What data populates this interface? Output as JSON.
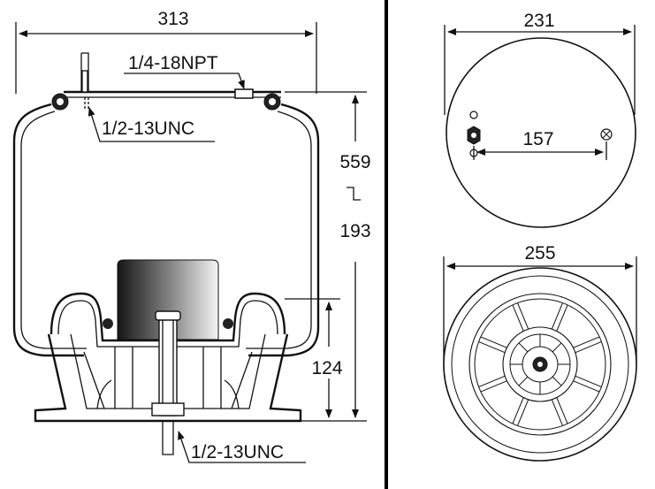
{
  "left_view": {
    "width_label": "313",
    "port_label": "1/4-18NPT",
    "top_thread_label": "1/2-13UNC",
    "height_max_label": "559",
    "height_min_label": "193",
    "piston_height_label": "124",
    "bottom_thread_label": "1/2-13UNC"
  },
  "top_view": {
    "diameter_label": "231",
    "spacing_label": "157"
  },
  "bottom_view": {
    "diameter_label": "255"
  }
}
